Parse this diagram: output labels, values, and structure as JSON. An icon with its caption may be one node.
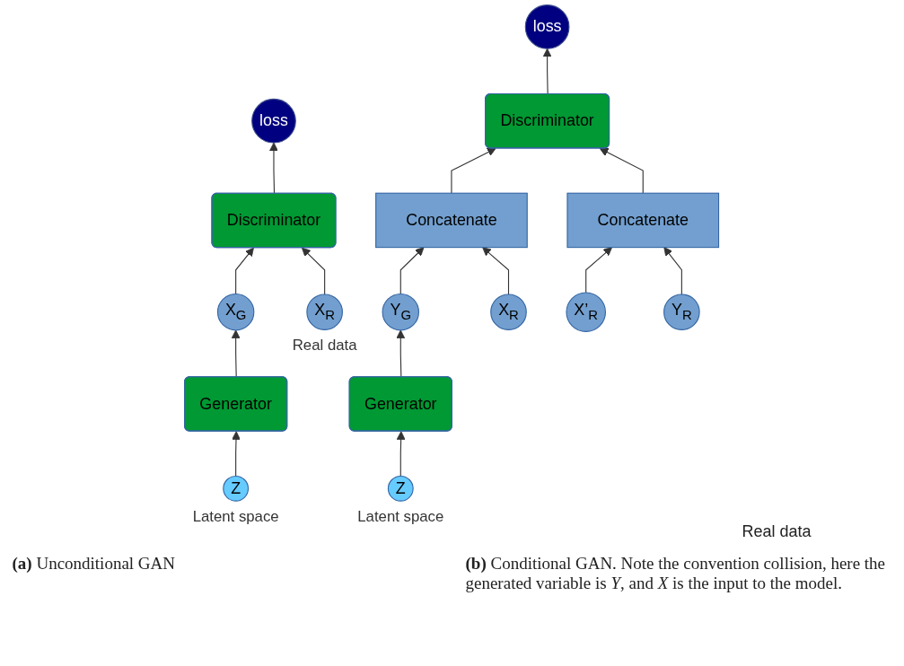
{
  "diagram": {
    "nodes": [
      {
        "text": [
          "loss"
        ]
      },
      {
        "text": [
          "Discriminator"
        ]
      },
      {
        "text": [
          "X$_{G}$"
        ]
      },
      {
        "text": [
          "Generator"
        ]
      },
      {
        "text": [
          "Z"
        ],
        "beside": [
          "Latent space"
        ]
      },
      {
        "text": [
          "X$_{R}$"
        ],
        "beside": [
          "Real data"
        ]
      },
      {
        "text": [
          "loss"
        ]
      },
      {
        "text": [
          "Discriminator"
        ]
      },
      {
        "text": [
          "Concatenate"
        ]
      },
      {
        "text": [
          "Concatenate"
        ]
      },
      {
        "text": [
          "Y$_{G}$"
        ]
      },
      {
        "text": [
          "Generator"
        ]
      },
      {
        "text": [
          "Z"
        ],
        "beside": [
          "Latent space"
        ]
      },
      {
        "text": [
          "X$_{R}$"
        ]
      },
      {
        "text": [
          "X’$_{R}$"
        ]
      },
      {
        "text": [
          "Y$_{R}$"
        ]
      }
    ],
    "edges": [
      {
        "from": 1,
        "to": 0,
        "arrow": "to"
      },
      {
        "from": 2,
        "to": 1,
        "arrow": "to"
      },
      {
        "from": 5,
        "to": 1,
        "arrow": "to"
      },
      {
        "from": 3,
        "to": 2,
        "arrow": "to"
      },
      {
        "from": 4,
        "to": 3,
        "arrow": "to"
      },
      {
        "from": 7,
        "to": 6,
        "arrow": "to"
      },
      {
        "from": 8,
        "to": 7,
        "arrow": "to"
      },
      {
        "from": 9,
        "to": 7,
        "arrow": "to"
      },
      {
        "from": 10,
        "to": 8,
        "arrow": "to"
      },
      {
        "from": 13,
        "to": 8,
        "arrow": "to"
      },
      {
        "from": 11,
        "to": 10,
        "arrow": "to"
      },
      {
        "from": 12,
        "to": 11,
        "arrow": "to"
      },
      {
        "from": 14,
        "to": 9,
        "arrow": "to"
      },
      {
        "from": 15,
        "to": 9,
        "arrow": "to"
      }
    ],
    "labels": [
      "Real data",
      "**(a)** Unconditional GAN",
      "**(b)** Conditional GAN. Note the convention collision, here the generated variable is *Y*, and *X* is the input to the model."
    ]
  }
}
